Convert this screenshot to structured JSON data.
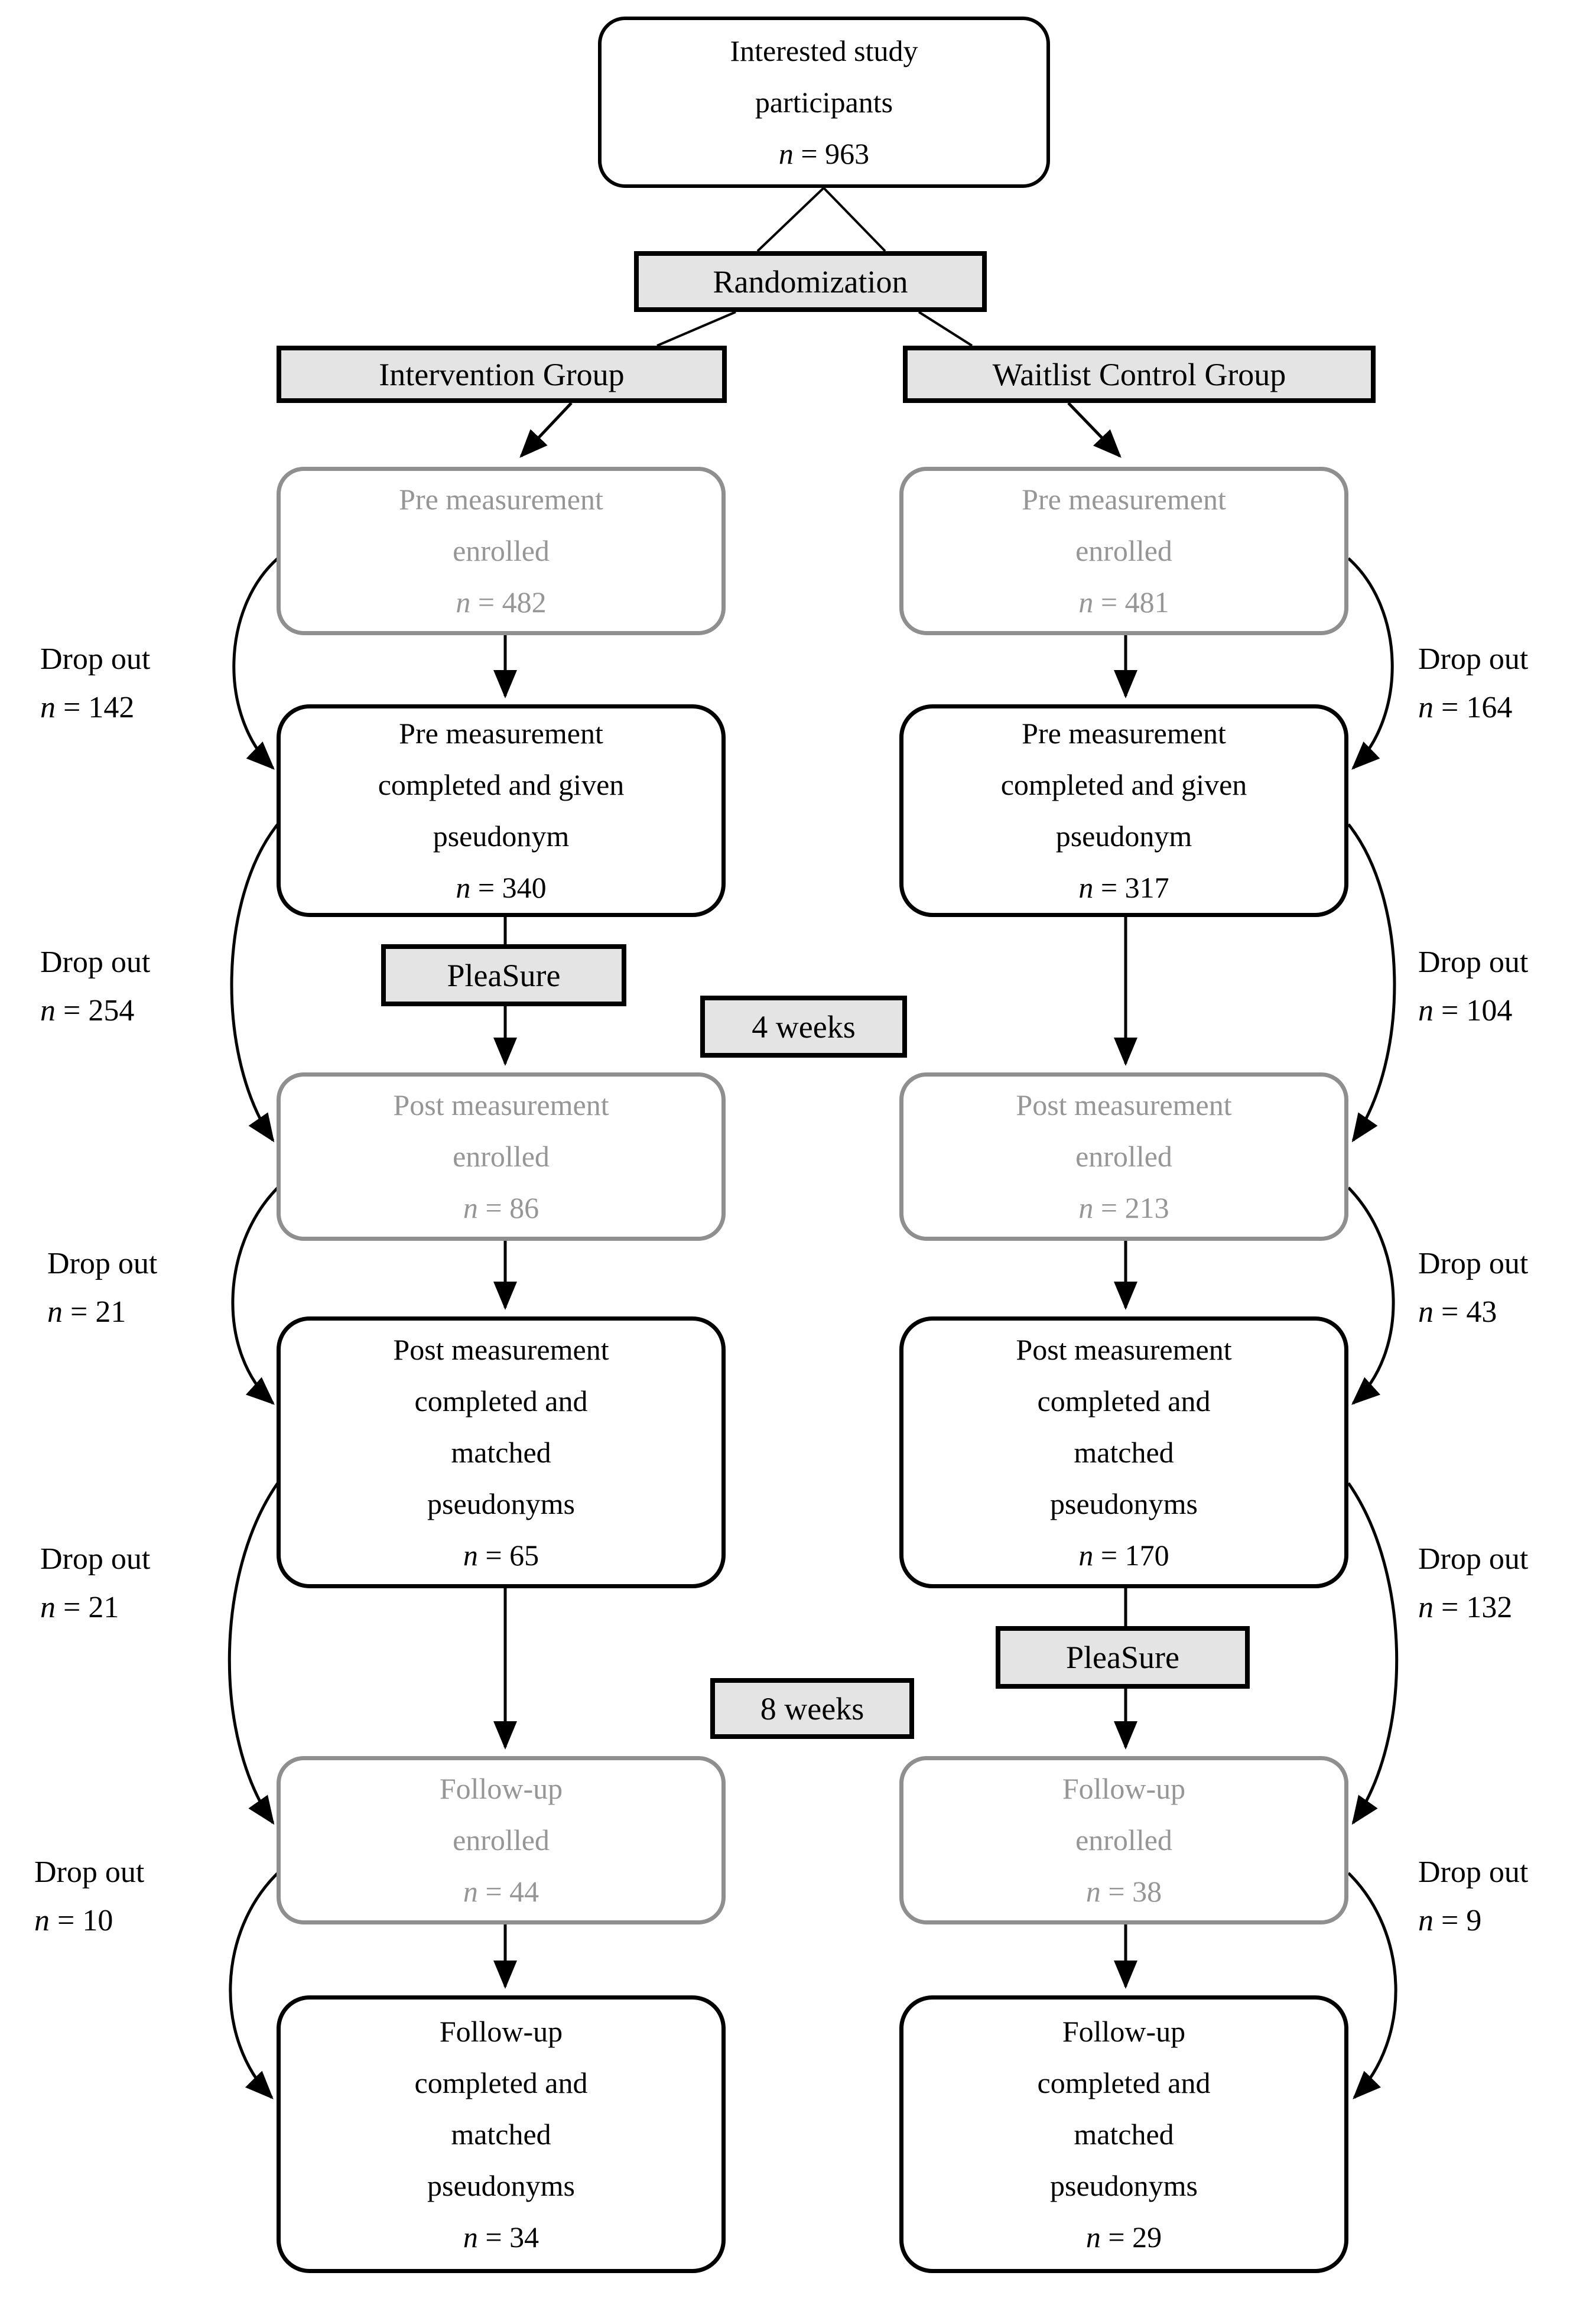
{
  "diagram": {
    "top_box": {
      "lines": [
        "Interested study",
        "participants"
      ],
      "n": "n = 963"
    },
    "randomization": "Randomization",
    "intervals": {
      "four_weeks": "4 weeks",
      "eight_weeks": "8 weeks"
    },
    "intervention": {
      "header": "Intervention Group",
      "pleasure": "PleaSure",
      "pre_enrolled": {
        "lines": [
          "Pre measurement",
          "enrolled"
        ],
        "n": "n = 482"
      },
      "pre_completed": {
        "lines": [
          "Pre measurement",
          "completed and given",
          "pseudonym"
        ],
        "n": "n = 340"
      },
      "post_enrolled": {
        "lines": [
          "Post measurement",
          "enrolled"
        ],
        "n": "n = 86"
      },
      "post_completed": {
        "lines": [
          "Post measurement",
          "completed and",
          "matched",
          "pseudonyms"
        ],
        "n": "n = 65"
      },
      "followup_enrolled": {
        "lines": [
          "Follow-up",
          "enrolled"
        ],
        "n": "n = 44"
      },
      "followup_completed": {
        "lines": [
          "Follow-up",
          "completed and",
          "matched",
          "pseudonyms"
        ],
        "n": "n = 34"
      },
      "dropouts": [
        {
          "label": "Drop out",
          "n": "n = 142"
        },
        {
          "label": "Drop out",
          "n": "n = 254"
        },
        {
          "label": "Drop out",
          "n": "n = 21"
        },
        {
          "label": "Drop out",
          "n": "n = 21"
        },
        {
          "label": "Drop out",
          "n": "n = 10"
        }
      ]
    },
    "waitlist": {
      "header": "Waitlist Control Group",
      "pleasure": "PleaSure",
      "pre_enrolled": {
        "lines": [
          "Pre measurement",
          "enrolled"
        ],
        "n": "n = 481"
      },
      "pre_completed": {
        "lines": [
          "Pre measurement",
          "completed and given",
          "pseudonym"
        ],
        "n": "n = 317"
      },
      "post_enrolled": {
        "lines": [
          "Post measurement",
          "enrolled"
        ],
        "n": "n = 213"
      },
      "post_completed": {
        "lines": [
          "Post measurement",
          "completed and",
          "matched",
          "pseudonyms"
        ],
        "n": "n = 170"
      },
      "followup_enrolled": {
        "lines": [
          "Follow-up",
          "enrolled"
        ],
        "n": "n = 38"
      },
      "followup_completed": {
        "lines": [
          "Follow-up",
          "completed and",
          "matched",
          "pseudonyms"
        ],
        "n": "n = 29"
      },
      "dropouts": [
        {
          "label": "Drop out",
          "n": "n = 164"
        },
        {
          "label": "Drop out",
          "n": "n = 104"
        },
        {
          "label": "Drop out",
          "n": "n = 43"
        },
        {
          "label": "Drop out",
          "n": "n = 132"
        },
        {
          "label": "Drop out",
          "n": "n = 9"
        }
      ]
    },
    "colors": {
      "label_fill": "#e4e4e4",
      "gray_stroke": "#8f8f8f",
      "gray_text": "#969696",
      "black": "#000000"
    }
  }
}
